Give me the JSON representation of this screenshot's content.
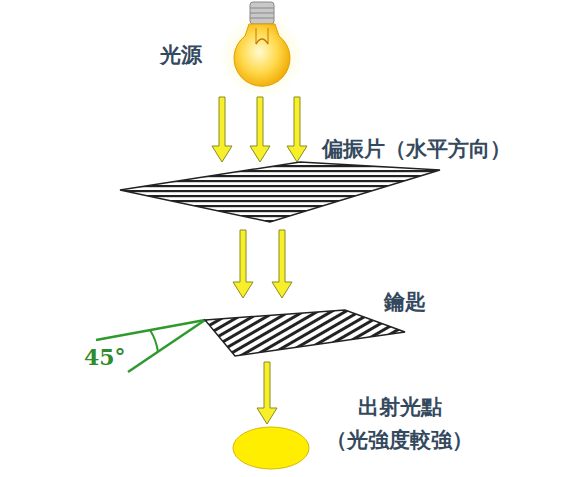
{
  "diagram": {
    "labels": [
      "光源",
      "偏振片（水平方向）",
      "鑰匙",
      "45°",
      "出射光點",
      "（光強度較強）"
    ]
  }
}
